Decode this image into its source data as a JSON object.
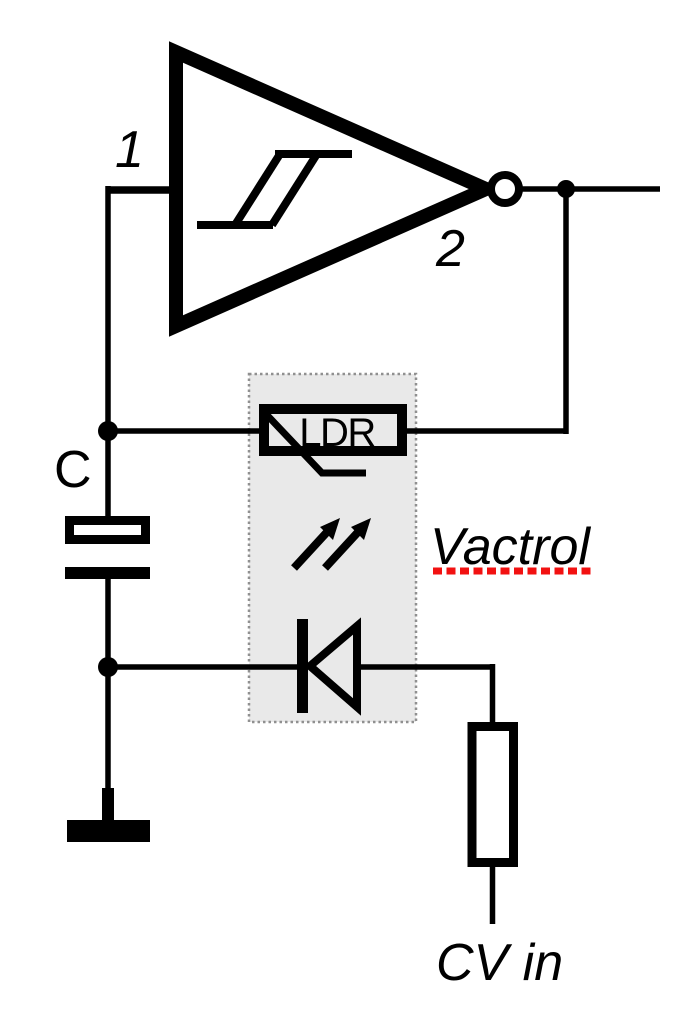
{
  "figure": {
    "kind": "circuit-schematic",
    "description": "Schmitt-trigger inverter relaxation oscillator with vactrol (LDR + LED) frequency control"
  },
  "labels": {
    "pin1": "1",
    "pin2": "2",
    "capacitor": "C",
    "ldr": "LDR",
    "vactrol": "Vactrol",
    "cv_in": "CV in"
  },
  "components": {
    "inverter": "schmitt-trigger-inverter",
    "ldr": "light-dependent-resistor",
    "led": "led",
    "capacitor": "capacitor",
    "resistor": "cv-input-resistor",
    "ground": "ground"
  },
  "colors": {
    "ink": "#000000",
    "background": "#ffffff",
    "vactrol_fill": "#e9e9e9",
    "vactrol_border": "#909090",
    "misspell_underline": "#f21111"
  }
}
